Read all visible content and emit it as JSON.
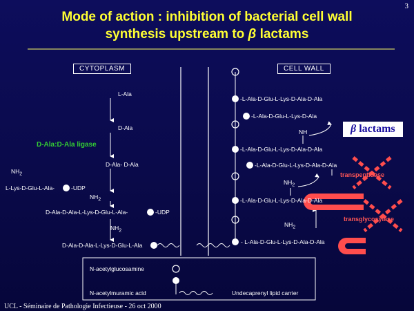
{
  "page_number": "3",
  "title": {
    "line1": "Mode of action : inhibition of bacterial cell wall",
    "line2_prefix": "synthesis upstream to ",
    "line2_beta": "β",
    "line2_suffix": " lactams"
  },
  "cytoplasm_label": "CYTOPLASM",
  "cellwall_label": "CELL WALL",
  "cytoplasm": {
    "l_ala": "L-Ala",
    "d_ala": "D-Ala",
    "ligase": "D-Ala:D-Ala ligase",
    "d_ala_d_ala": "D-Ala- D-Ala",
    "nh2_1": "NH",
    "lys_chain": "L-Lys-D-Glu-L-Ala-",
    "udp_1": "-UDP",
    "nh2_2": "NH",
    "pentapeptide": "D-Ala-D-Ala-L-Lys-D-Glu-L-Ala-",
    "udp_2": "-UDP",
    "nh2_3": "NH",
    "lipid_chain": "D-Ala-D-Ala-L-Lys-D-Glu-L-Ala"
  },
  "cellwall": {
    "chain1": "-L-Ala-D-Glu-L-Lys-D-Ala-D-Ala",
    "chain2": "-L-Ala-D-Glu-L-Lys-D-Ala",
    "nh_a": "NH",
    "chain3": "-L-Ala-D-Glu-L-Lys-D-Ala-D-Ala",
    "chain4": "-L-Ala-D-Glu-L-Lys-D-Ala-D-Ala",
    "nh2_b": "NH",
    "chain5": "-L-Ala-D-Glu-L-Lys-D-Ala-D-Ala",
    "nh2_c": "NH",
    "chain6": "- L-Ala-D-Glu-L-Lys-D-Ala-D-Ala"
  },
  "beta_lactams": {
    "beta": "β",
    "label": " lactams"
  },
  "enzymes": {
    "transpeptidase": "transpeptidase",
    "transglycosylase": "transglycosylase"
  },
  "legend": {
    "nag": "N-acetylglucosamine",
    "nam": "N-acetylmuramic acid",
    "carrier": "Undecaprenyl lipid carrier"
  },
  "footer": "UCL - Séminaire de Pathologie Infectieuse - 26 oct 2000",
  "colors": {
    "title": "#ffff33",
    "enzyme": "#ff5555",
    "ligase": "#33cc33",
    "background": "#0d0d5c"
  }
}
